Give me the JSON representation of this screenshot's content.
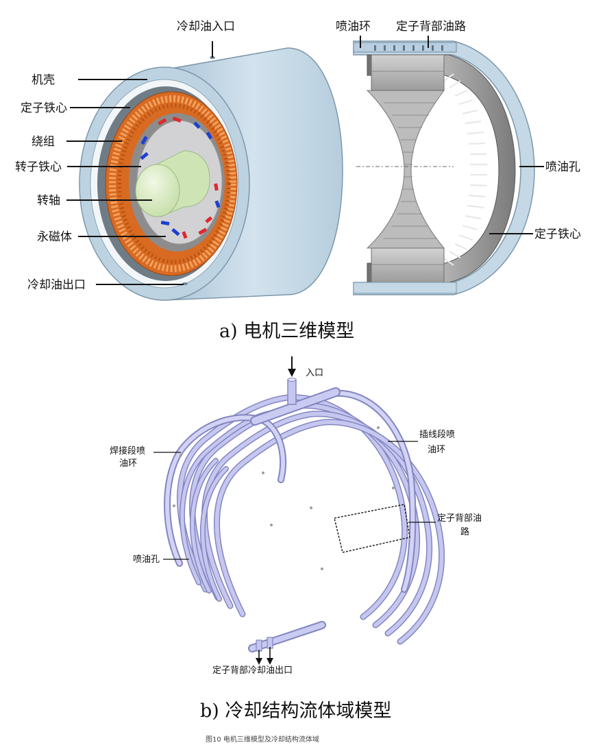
{
  "part_a": {
    "caption": "a) 电机三维模型",
    "left_labels": {
      "inlet": "冷却油入口",
      "housing": "机壳",
      "stator_core": "定子铁心",
      "winding": "绕组",
      "rotor_core": "转子铁心",
      "shaft": "转轴",
      "magnet": "永磁体",
      "outlet": "冷却油出口"
    },
    "right_labels": {
      "spray_ring": "喷油环",
      "stator_back_path": "定子背部油路",
      "spray_hole": "喷油孔",
      "stator_core": "定子铁心"
    }
  },
  "part_b": {
    "caption": "b) 冷却结构流体域模型",
    "labels": {
      "inlet": "入口",
      "weld_ring_line1": "焊接段喷",
      "weld_ring_line2": "油环",
      "plug_ring_line1": "插线段喷",
      "plug_ring_line2": "油环",
      "back_path_line1": "定子背部油",
      "back_path_line2": "路",
      "spray_hole": "喷油孔",
      "back_outlet": "定子背部冷却油出口"
    }
  },
  "figure_caption": "图10 电机三维模型及冷却结构流体域",
  "colors": {
    "housing": "#c4d8e6",
    "copper": "#d86a22",
    "stator_gray": "#9a9a9a",
    "shaft_green": "#d9ecc2",
    "magnet_red": "#e0282c",
    "magnet_blue": "#1f3fd0",
    "fluid_lavender": "#b1b3e6"
  }
}
